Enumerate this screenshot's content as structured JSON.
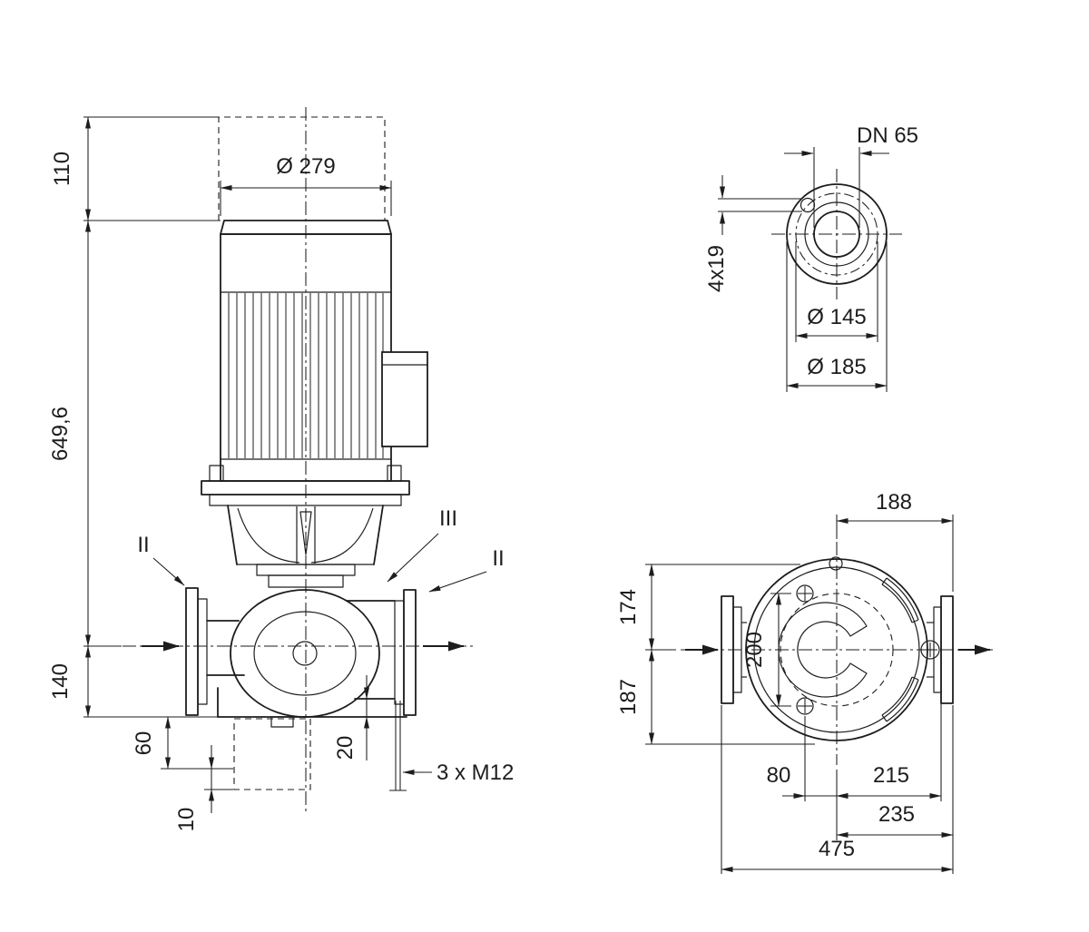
{
  "front_view": {
    "dim_110": "110",
    "dim_649_6": "649,6",
    "dim_140": "140",
    "dim_motor_dia": "Ø 279",
    "dim_60": "60",
    "dim_10": "10",
    "dim_20": "20",
    "anchor_bolts": "3 x M12",
    "section_left": "II",
    "section_right": "II",
    "section_center": "III"
  },
  "flange_view": {
    "nominal": "DN 65",
    "holes": "4x19",
    "bolt_circle": "Ø 145",
    "outer_dia": "Ø 185"
  },
  "top_view": {
    "dim_188": "188",
    "dim_174": "174",
    "dim_187": "187",
    "dim_200": "200",
    "dim_80": "80",
    "dim_215": "215",
    "dim_235": "235",
    "dim_475": "475"
  }
}
